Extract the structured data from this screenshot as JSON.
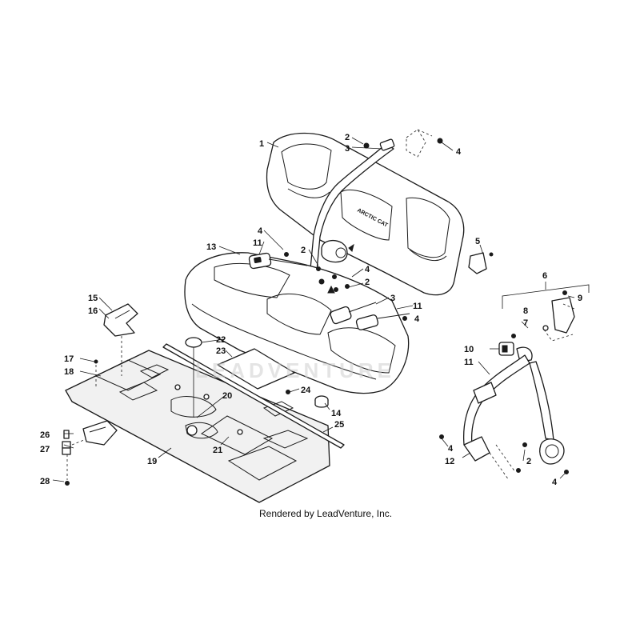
{
  "watermark": {
    "text": "LEADVENTURE"
  },
  "footer": {
    "credit": "Rendered by LeadVenture, Inc."
  },
  "seat_emblem": {
    "text": "ARCTIC CAT"
  },
  "callouts": [
    "1",
    "2",
    "3",
    "4",
    "5",
    "6",
    "7",
    "8",
    "9",
    "10",
    "11",
    "12",
    "13",
    "14",
    "15",
    "16",
    "17",
    "18",
    "19",
    "20",
    "21",
    "22",
    "23",
    "24",
    "25",
    "26",
    "27",
    "28"
  ]
}
